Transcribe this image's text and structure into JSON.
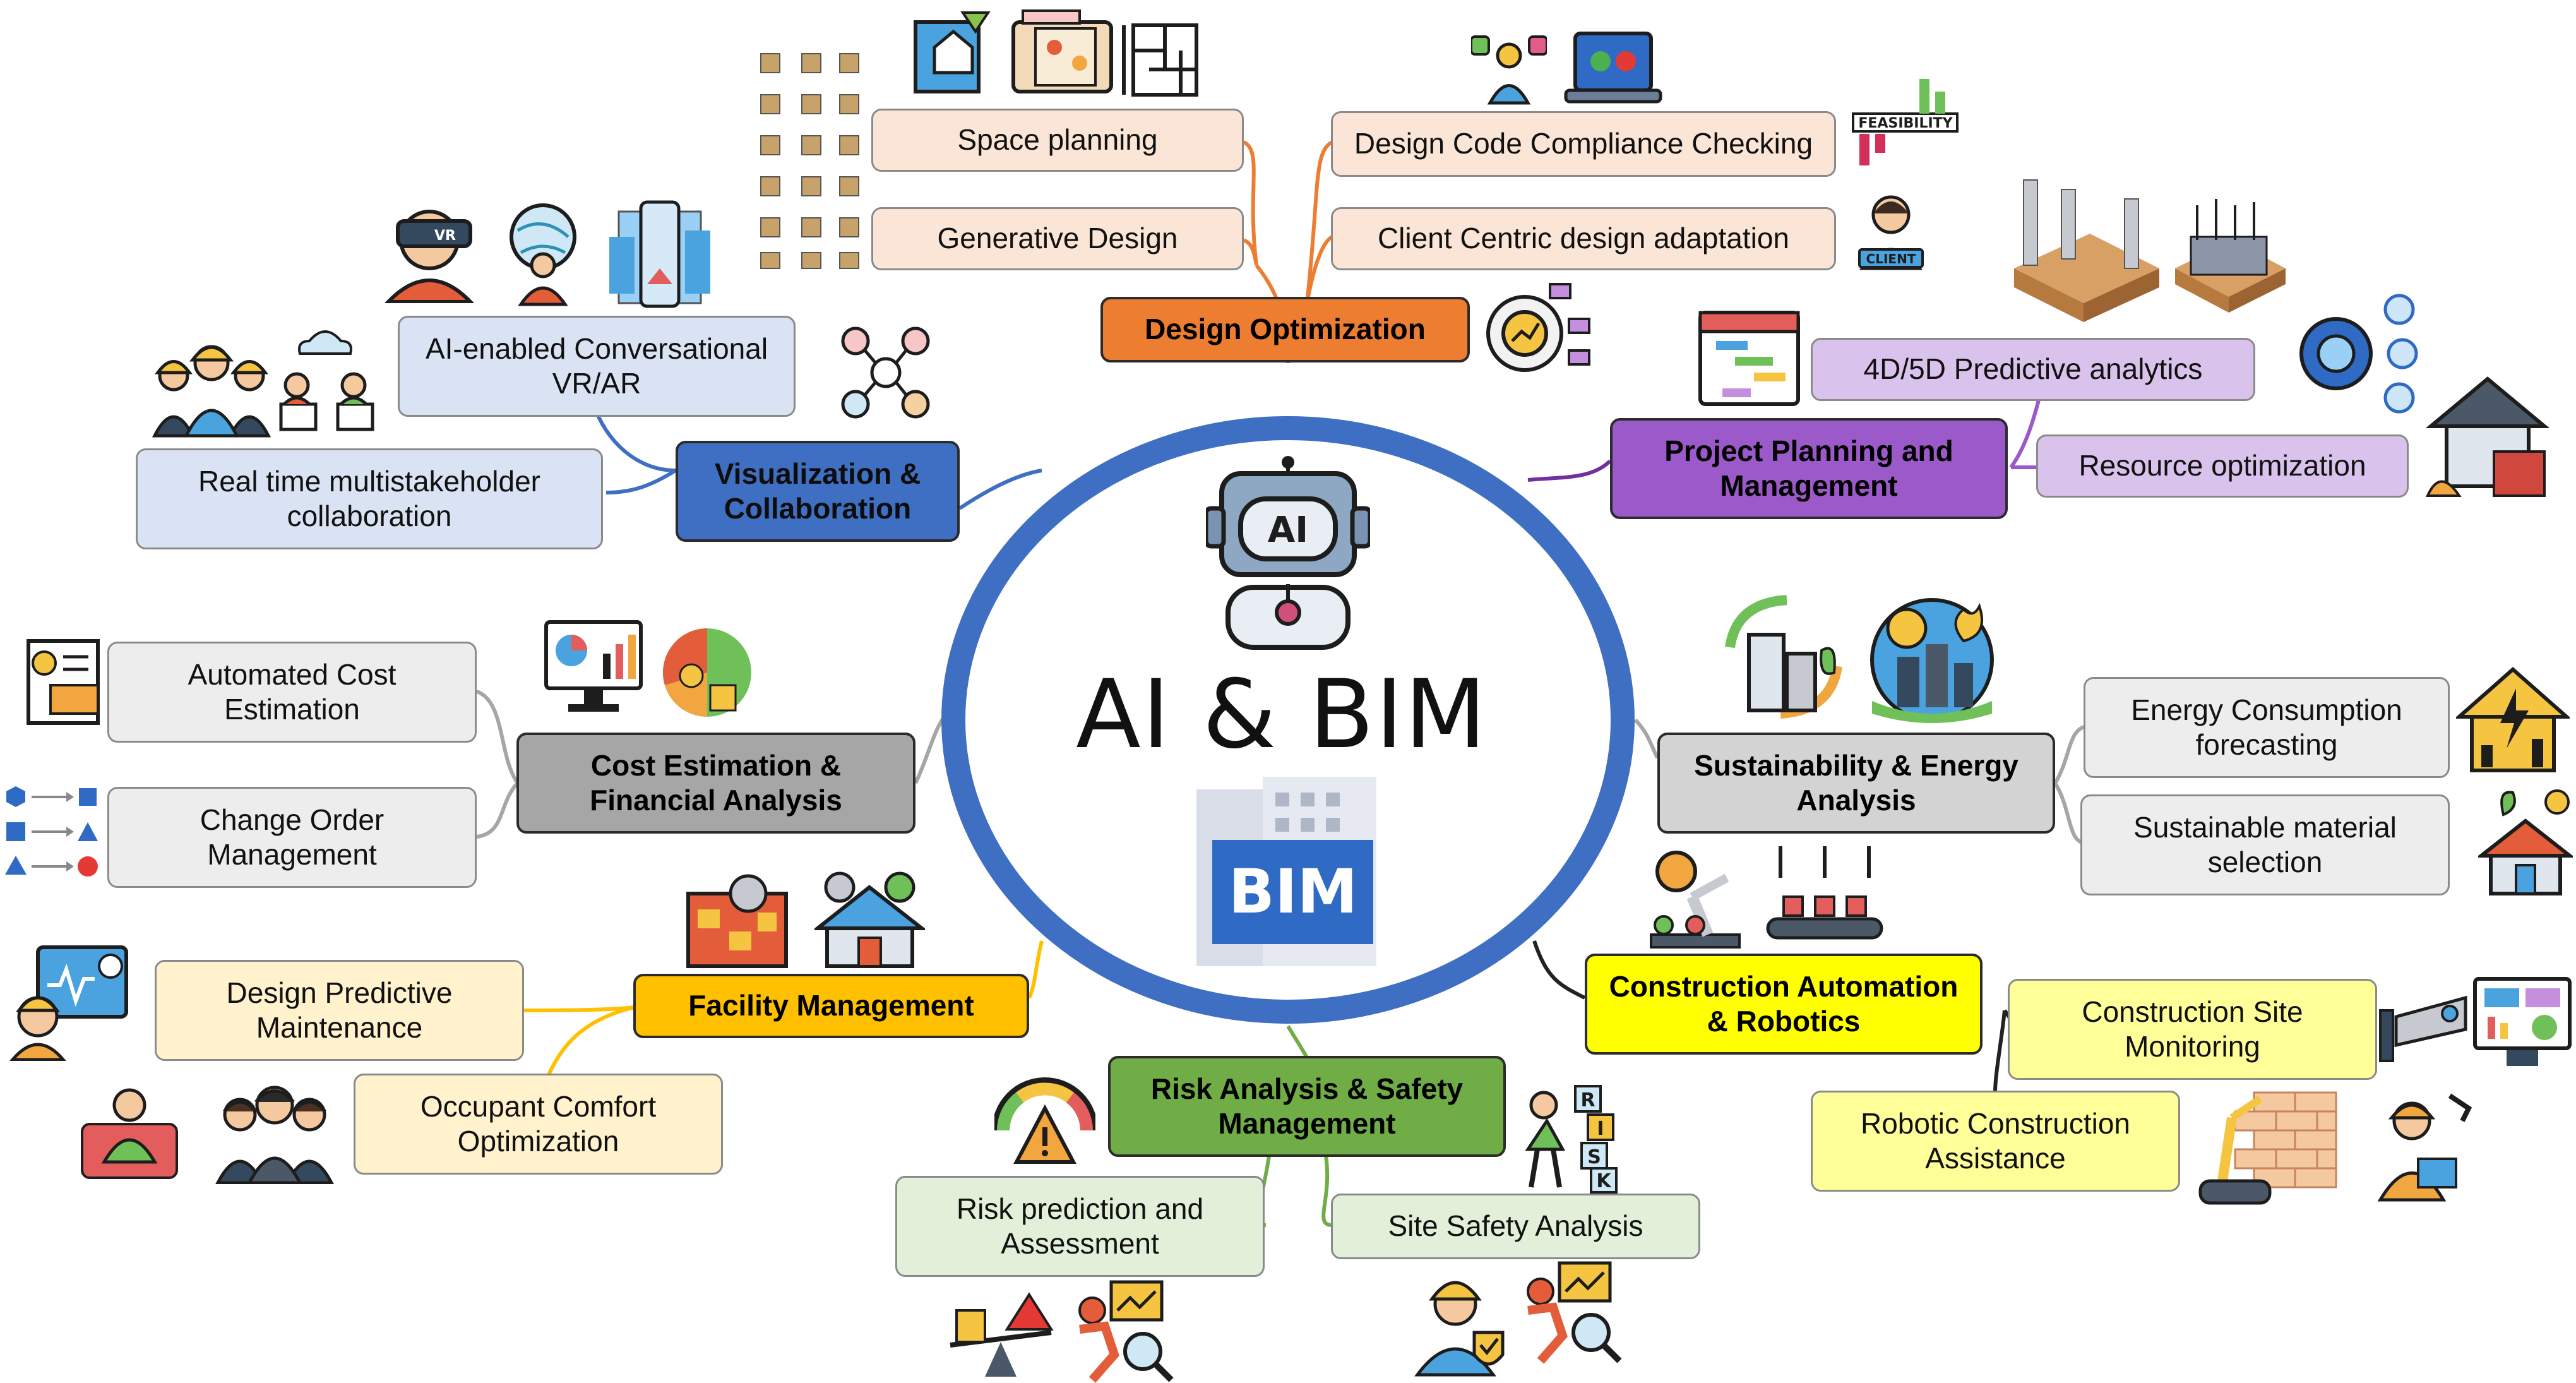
{
  "center": {
    "title": "AI & BIM",
    "ai_label": "AI",
    "bim_label": "BIM"
  },
  "colors": {
    "ring": "#3F6FC3",
    "design": "#ED7D31",
    "visual": "#3F6FC3",
    "planning": "#9C59C9",
    "cost": "#A6A6A6",
    "sustain": "#D3D3D3",
    "facility": "#FFC000",
    "risk": "#70AD47",
    "automation": "#FFFF00"
  },
  "branches": {
    "design": {
      "label": "Design Optimization",
      "leaves": [
        "Space planning",
        "Generative Design",
        "Design Code Compliance Checking",
        "Client Centric design adaptation"
      ]
    },
    "visual": {
      "label": "Visualization & Collaboration",
      "leaves": [
        "AI-enabled Conversational VR/AR",
        "Real time multistakeholder collaboration"
      ]
    },
    "planning": {
      "label": "Project Planning and Management",
      "leaves": [
        "4D/5D Predictive analytics",
        "Resource optimization"
      ]
    },
    "cost": {
      "label": "Cost Estimation & Financial Analysis",
      "leaves": [
        "Automated Cost Estimation",
        "Change Order Management"
      ]
    },
    "sustain": {
      "label": "Sustainability & Energy Analysis",
      "leaves": [
        "Energy Consumption forecasting",
        "Sustainable material selection"
      ]
    },
    "facility": {
      "label": "Facility Management",
      "leaves": [
        "Design Predictive Maintenance",
        "Occupant Comfort Optimization"
      ]
    },
    "risk": {
      "label": "Risk Analysis & Safety Management",
      "leaves": [
        "Risk prediction and Assessment",
        "Site Safety Analysis"
      ]
    },
    "automation": {
      "label": "Construction Automation & Robotics",
      "leaves": [
        "Construction Site Monitoring",
        "Robotic Construction Assistance"
      ]
    }
  },
  "icon_text": {
    "feasibility": "FEASIBILITY",
    "client": "CLIENT",
    "vr": "VR",
    "risk_letters": [
      "R",
      "I",
      "S",
      "K"
    ]
  },
  "icons": [
    "floorplan-icon",
    "blueprint-icon",
    "maze-plan-icon",
    "generative-grid-icon",
    "compliance-person-icon",
    "laptop-check-icon",
    "feasibility-chart-icon",
    "client-icon",
    "optimization-gear-icon",
    "buildings-3d-icon",
    "gantt-icon",
    "gear-network-icon",
    "house-construction-icon",
    "vr-headset-icon",
    "globe-person-icon",
    "ar-phone-icon",
    "team-helmets-icon",
    "remote-meeting-icon",
    "network-people-icon",
    "invoice-icon",
    "monitor-chart-icon",
    "pie-chart-icon",
    "change-flow-icon",
    "sustainable-city-icon",
    "energy-house-icon",
    "green-house-icon",
    "robot-arm-icon",
    "assembly-line-icon",
    "factory-icon",
    "smart-home-icon",
    "maintenance-monitor-icon",
    "relaxing-person-icon",
    "occupants-icon",
    "gauge-warning-icon",
    "risk-cubes-icon",
    "cctv-icon",
    "dashboard-icon",
    "robot-bricks-icon",
    "engineer-icon",
    "balance-risk-icon",
    "worker-search-icon",
    "safety-worker-icon",
    "worker-search-icon-2",
    "ai-robot-icon",
    "bim-building-icon"
  ]
}
